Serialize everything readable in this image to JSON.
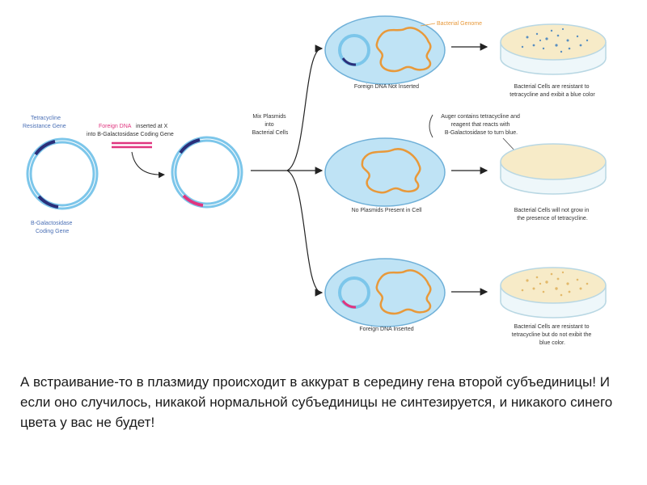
{
  "labels": {
    "tet_gene": [
      "Tetracycline",
      "Resistance Gene"
    ],
    "foreign_dna_term": "Foreign DNA",
    "foreign_dna_rest": [
      "inserted at X",
      "into B-Galactosidase Coding Gene"
    ],
    "bgal_gene": [
      "B-Galactosidase",
      "Coding Gene"
    ],
    "mix": [
      "Mix Plasmids",
      "into",
      "Bacterial Cells"
    ],
    "bacterial_genome": "Bacterial Genome",
    "cell_top": "Foreign DNA Not Inserted",
    "cell_mid": "No Plasmids Present in Cell",
    "cell_bot": "Foreign DNA Inserted",
    "result_top": [
      "Bacterial Cells are resistant to",
      "tetracycline and exibit a blue color"
    ],
    "note": [
      "Auger contains tetracycline and",
      "reagent that reacts with",
      "B-Galactosidase to turn blue."
    ],
    "result_mid": [
      "Bacterial Cells will not grow in",
      "the presence of tetracycline."
    ],
    "result_bot": [
      "Bacterial Cells are resistant to",
      "tetracycline but do not exibit the",
      "blue color."
    ]
  },
  "caption": "А встраивание-то в плазмиду происходит в аккурат в середину гена второй субъединицы! И если оно случилось, никакой нормальной субъединицы не синтезируется, и никакого синего цвета у вас не будет!",
  "colors": {
    "plasmid_ring": "#7cc6ea",
    "tet_gene": "#2a2f7a",
    "foreign_dna": "#e0357f",
    "genome": "#e8993a",
    "cell_fill": "#bfe3f5",
    "cell_edge": "#6fb0d8",
    "agar": "#f7ebc8",
    "blue_colony": "#5a8fc0",
    "white_colony": "#e9c98a"
  }
}
